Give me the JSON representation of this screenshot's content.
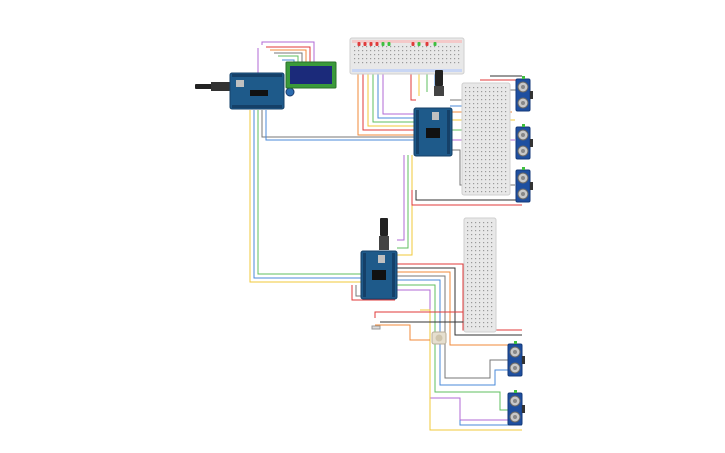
{
  "app": {
    "title": ""
  },
  "canvas": {
    "background": "#ffffff"
  },
  "components": {
    "arduino_boards": [
      {
        "id": "arduino-top-left"
      },
      {
        "id": "arduino-top-right"
      },
      {
        "id": "arduino-bottom"
      }
    ],
    "lcd": {
      "id": "lcd-16x2",
      "text": ""
    },
    "breadboards": [
      {
        "id": "breadboard-top"
      },
      {
        "id": "breadboard-right"
      },
      {
        "id": "breadboard-bottom"
      }
    ],
    "ultrasonic_sensors": [
      {
        "id": "ultrasonic-1"
      },
      {
        "id": "ultrasonic-2"
      },
      {
        "id": "ultrasonic-3"
      },
      {
        "id": "ultrasonic-4"
      },
      {
        "id": "ultrasonic-5"
      }
    ],
    "leds": [
      "red",
      "red",
      "red",
      "red",
      "green",
      "green",
      "red",
      "green",
      "red",
      "green"
    ]
  },
  "colors": {
    "arduino": "#1e5a8a",
    "arduino_dark": "#154068",
    "breadboard": "#e8e8e8",
    "lcd_frame": "#3a9a3a",
    "lcd_screen": "#1b2a7a",
    "sensor_pcb": "#1e4fa0",
    "wire_red": "#e03a3a",
    "wire_black": "#333333",
    "wire_yellow": "#f0c93a",
    "wire_green": "#5fbf5f",
    "wire_purple": "#b06ad6",
    "wire_orange": "#f08a3a",
    "wire_blue": "#4a8ad8",
    "wire_gray": "#777777"
  }
}
